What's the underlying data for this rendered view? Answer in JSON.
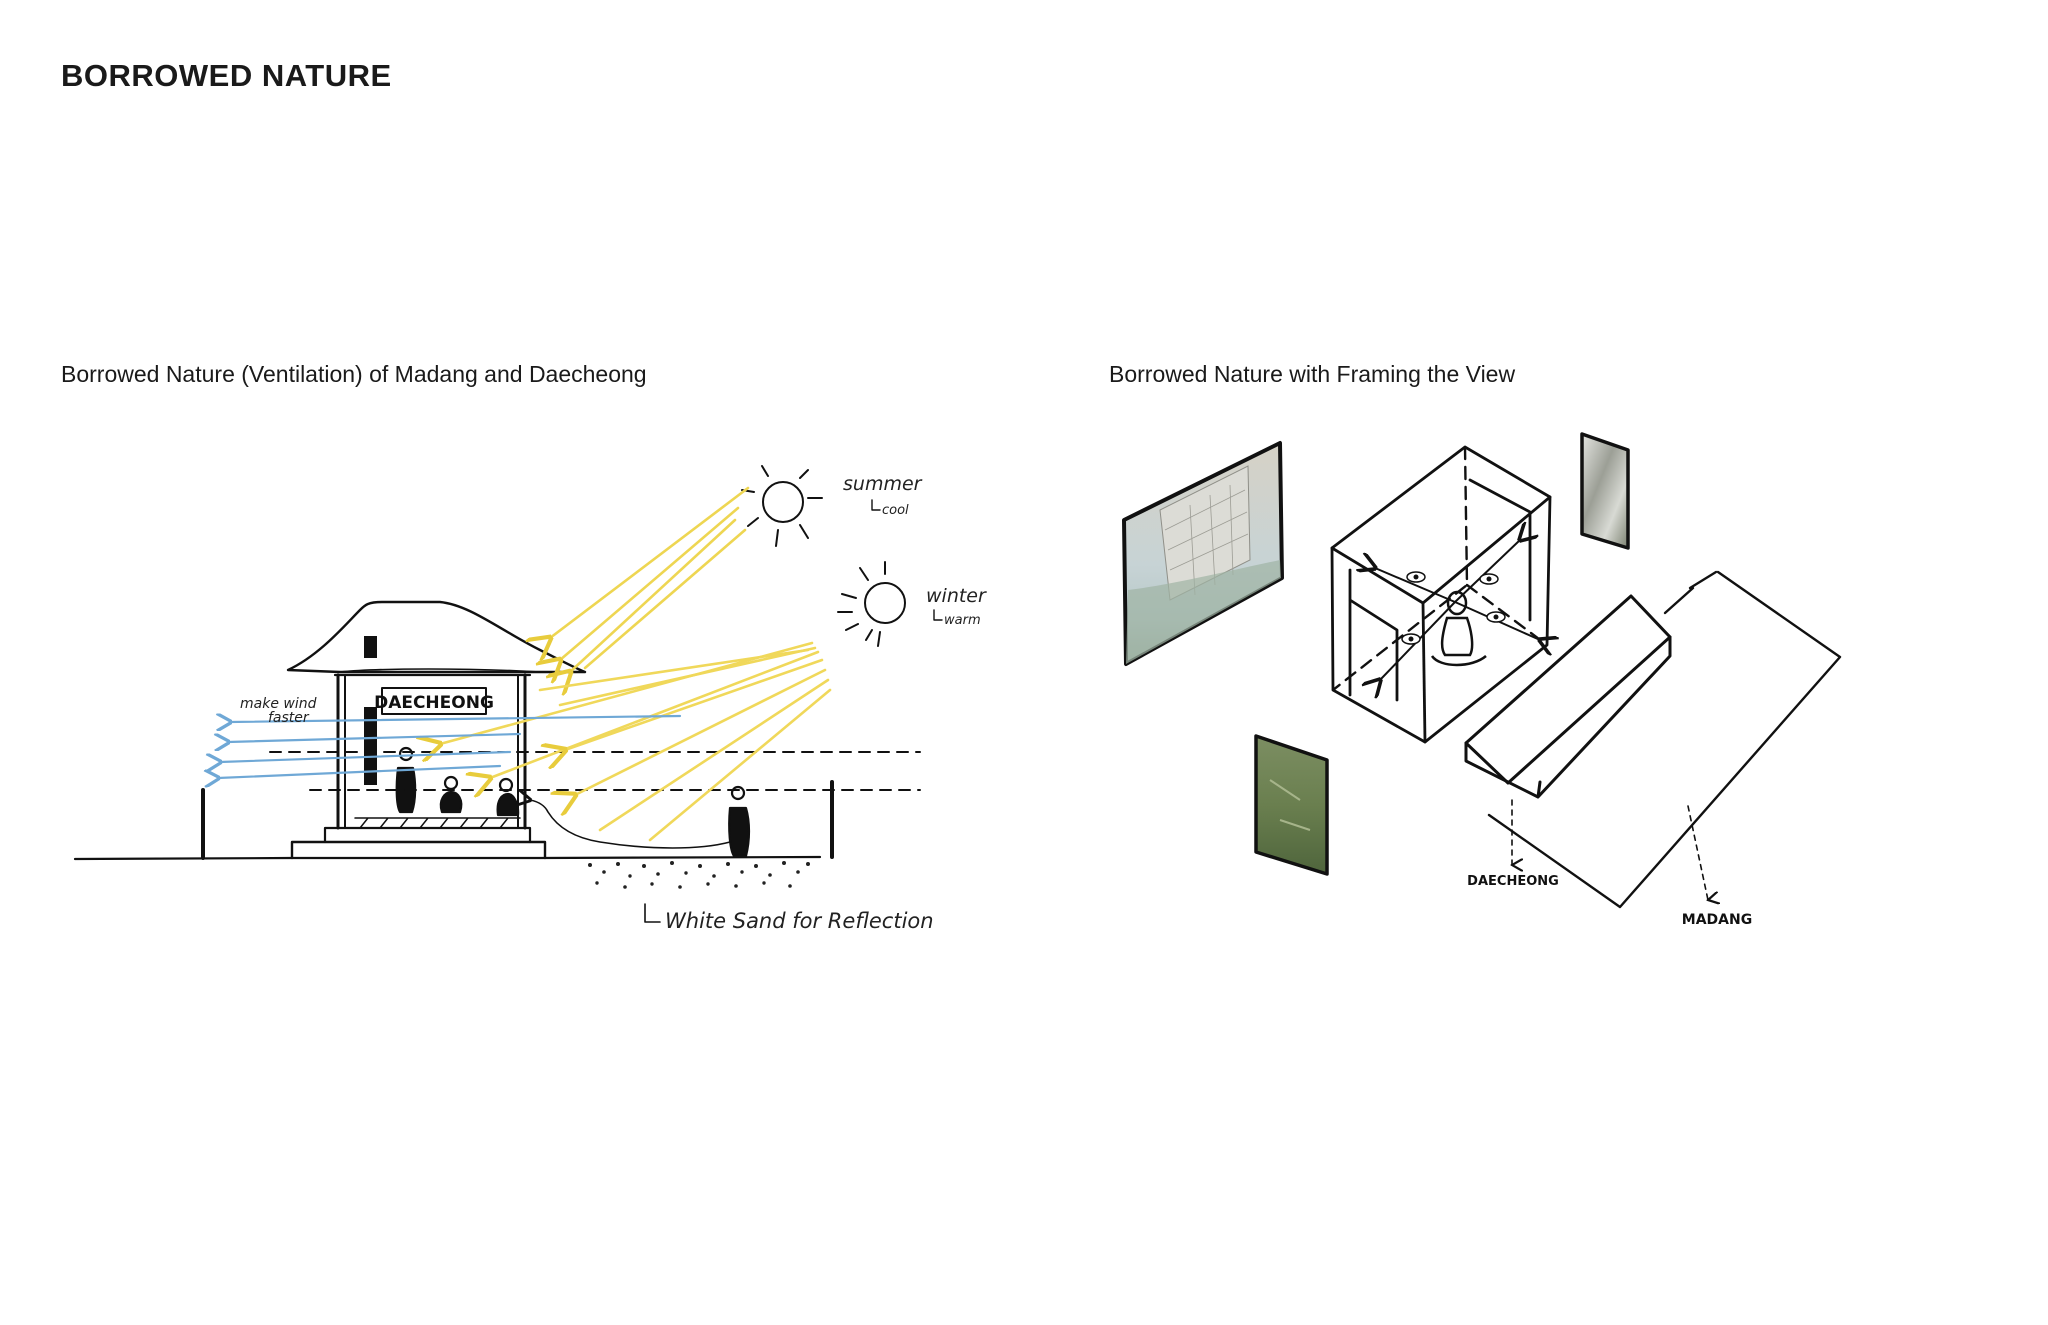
{
  "page": {
    "title": "BORROWED NATURE"
  },
  "section_left": {
    "title": "Borrowed Nature (Ventilation) of Madang and Daecheong",
    "labels": {
      "summer": "summer",
      "cool": "cool",
      "winter": "winter",
      "warm": "warm",
      "make_wind": "make wind",
      "faster": "faster",
      "daecheong": "DAECHEONG",
      "white_sand": "White Sand for Reflection"
    },
    "colors": {
      "sun_ray": "#f0d85a",
      "wind": "#6fa8d6",
      "ink": "#111111"
    }
  },
  "section_right": {
    "title": "Borrowed Nature with Framing the View",
    "labels": {
      "daecheong": "DAECHEONG",
      "madang": "MADANG"
    },
    "colors": {
      "photo_sky": "#c9d6dc",
      "photo_green": "#5e7a4a"
    }
  }
}
